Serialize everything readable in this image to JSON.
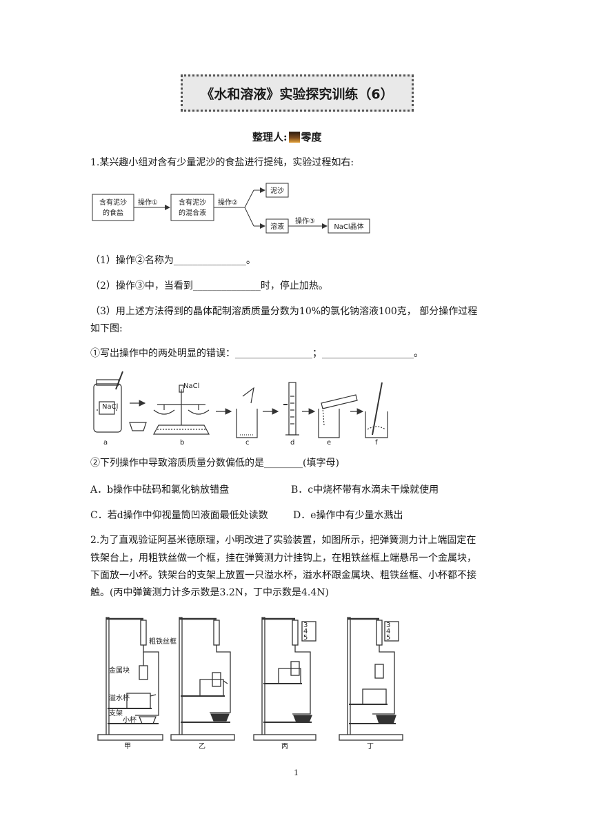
{
  "title": "《水和溶液》实验探究训练（6）",
  "author_label": "整理人:",
  "author_name": "零度",
  "q1": {
    "stem": "1.某兴趣小组对含有少量泥沙的食盐进行提纯，实验过程如右:",
    "flow": {
      "box1_line1": "含有泥沙",
      "box1_line2": "的食盐",
      "op1": "操作①",
      "box2_line1": "含有泥沙",
      "box2_line2": "的混合液",
      "op2": "操作②",
      "box_mud": "泥沙",
      "box_solution": "溶液",
      "op3": "操作③",
      "box_crystal": "NaCl晶体"
    },
    "p1": "（1）操作②名称为_______________。",
    "p2": "（2）操作③中，当看到______________时，停止加热。",
    "p3_line1": "（3）用上述方法得到的晶体配制溶质质量分数为10%的氯化钠溶液100克， 部分操作过程",
    "p3_line2": "如下图:",
    "p3_sub1": "①写出操作中的两处明显的错误：________________；___________________。",
    "apparatus_labels": [
      "a",
      "b",
      "c",
      "d",
      "e",
      "f"
    ],
    "nacl_jar_label": "NaCl",
    "nacl_balance_label": "NaCl",
    "p3_sub2": "②下列操作中导致溶质质量分数偏低的是________(填字母)",
    "options": {
      "A": "A．b操作中砝码和氯化钠放错盘",
      "B": "B．c中烧杯带有水滴未干燥就使用",
      "C": "C．若d操作中仰视量筒凹液面最低处读数",
      "D": "D．e操作中有少量水溅出"
    }
  },
  "q2": {
    "stem_line1": "2.为了直观验证阿基米德原理，小明改进了实验装置，如图所示，把弹簧测力计上端固定在",
    "stem_line2": "铁架台上，用粗铁丝做一个框，挂在弹簧测力计挂钩上，在粗铁丝框上端悬吊一个金属块，",
    "stem_line3": "下面放一小杯。铁架台的支架上放置一只溢水杯，溢水杯跟金属块、粗铁丝框、小杯都不接",
    "stem_line4": "触。(丙中弹簧测力计多示数是3.2N，丁中示数是4.4N)",
    "figure_labels": {
      "frame": "粗铁丝框",
      "metal": "金属块",
      "overflow_cup": "溢水杯",
      "support": "支架",
      "small_cup": "小杯"
    },
    "panel_names": [
      "甲",
      "乙",
      "丙",
      "丁"
    ],
    "scale_ticks": [
      "3",
      "4",
      "5"
    ]
  },
  "page_number": "1"
}
